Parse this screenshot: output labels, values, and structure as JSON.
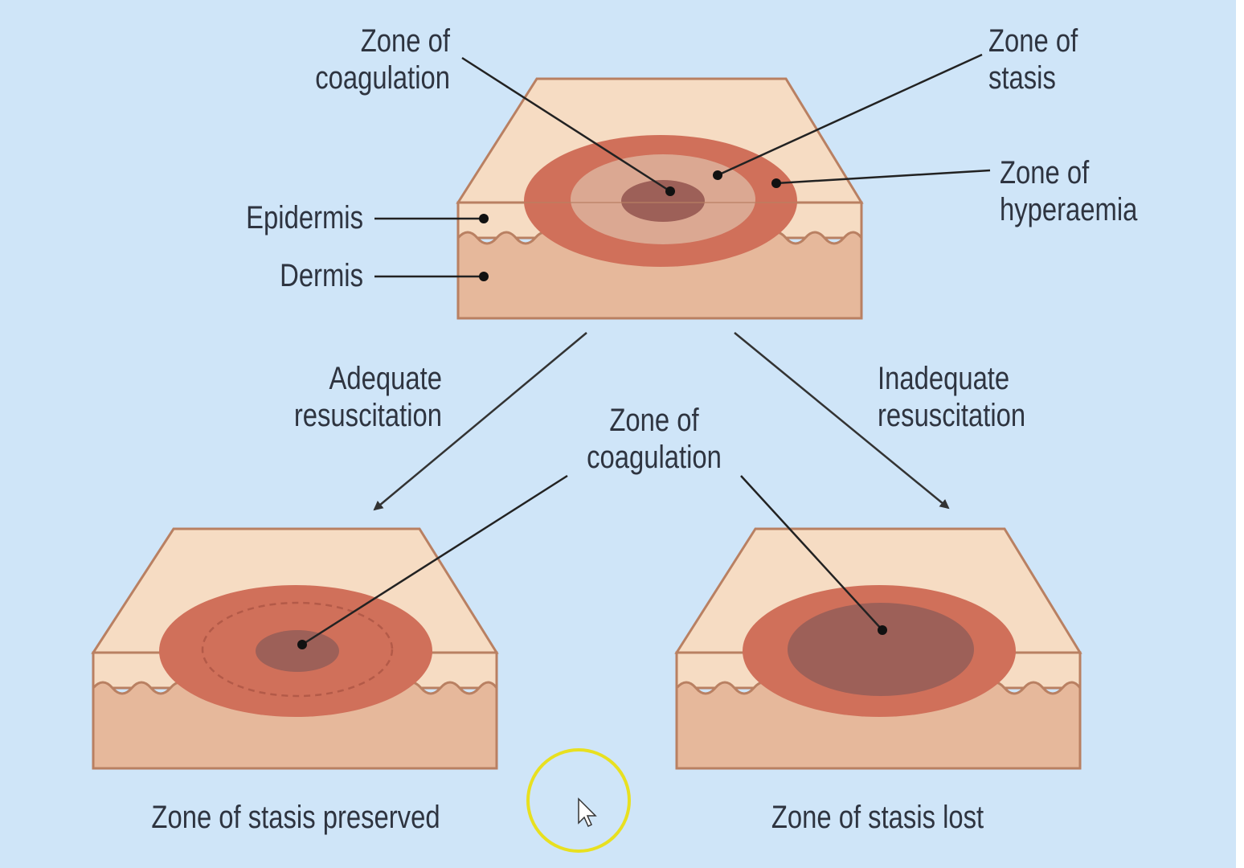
{
  "diagram": {
    "top_block": {
      "label_coagulation": [
        "Zone of",
        "coagulation"
      ],
      "label_stasis": [
        "Zone of",
        "stasis"
      ],
      "label_hyperaemia": [
        "Zone of",
        "hyperaemia"
      ],
      "label_epidermis": "Epidermis",
      "label_dermis": "Dermis"
    },
    "arrows": {
      "adequate": [
        "Adequate",
        "resuscitation"
      ],
      "inadequate": [
        "Inadequate",
        "resuscitation"
      ]
    },
    "shared_label_coagulation": [
      "Zone of",
      "coagulation"
    ],
    "outcome_left": "Zone of stasis preserved",
    "outcome_right": "Zone of stasis lost"
  },
  "colors": {
    "background": "#cfe5f8",
    "epidermis": "#f6dcc3",
    "dermis": "#e6b89b",
    "block_outline": "#b98062",
    "zone_hyperaemia": "#d0705a",
    "zone_stasis": "#dba892",
    "zone_coagulation": "#9d6058",
    "cursor_ring": "#e8e020"
  }
}
